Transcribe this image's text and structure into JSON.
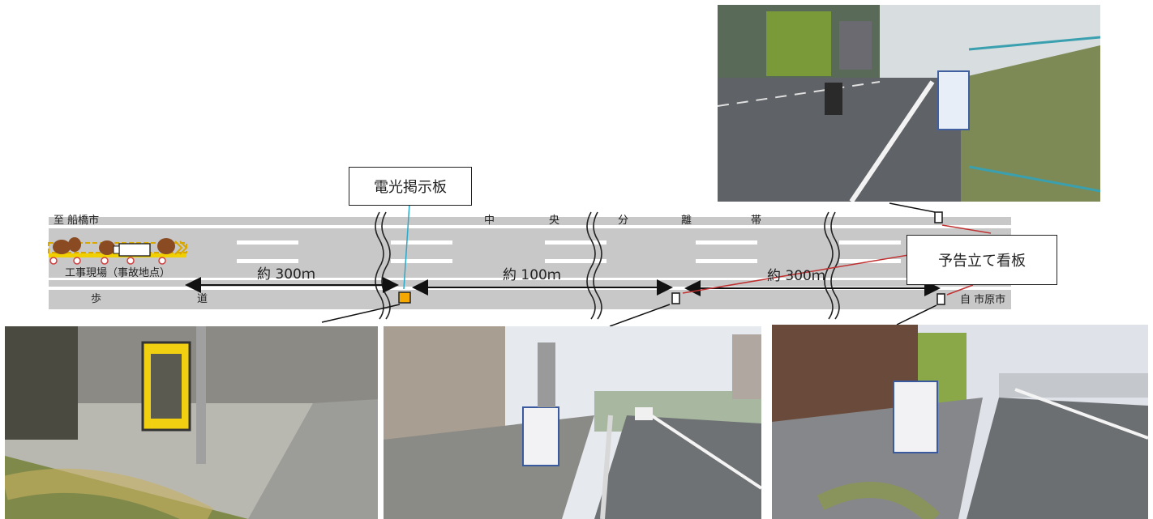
{
  "road": {
    "to_funabashi": "至 船橋市",
    "median": [
      "中",
      "央",
      "分",
      "離",
      "帯"
    ],
    "sidewalk": [
      "歩",
      "道"
    ],
    "from_ichihara": "自 市原市",
    "work_site": "工事現場（事故地点）"
  },
  "distances": {
    "d1": "約 300ｍ",
    "d2": "約 100ｍ",
    "d3": "約 300ｍ"
  },
  "callouts": {
    "electric_sign": "電光掲示板",
    "notice_sign": "予告立て看板"
  },
  "colors": {
    "road_gray": "#c8c8c8",
    "lane_white": "#ffffff",
    "sign_orange": "#f5a800",
    "leader_blue": "#2aa9c9",
    "leader_red": "#c03030"
  }
}
